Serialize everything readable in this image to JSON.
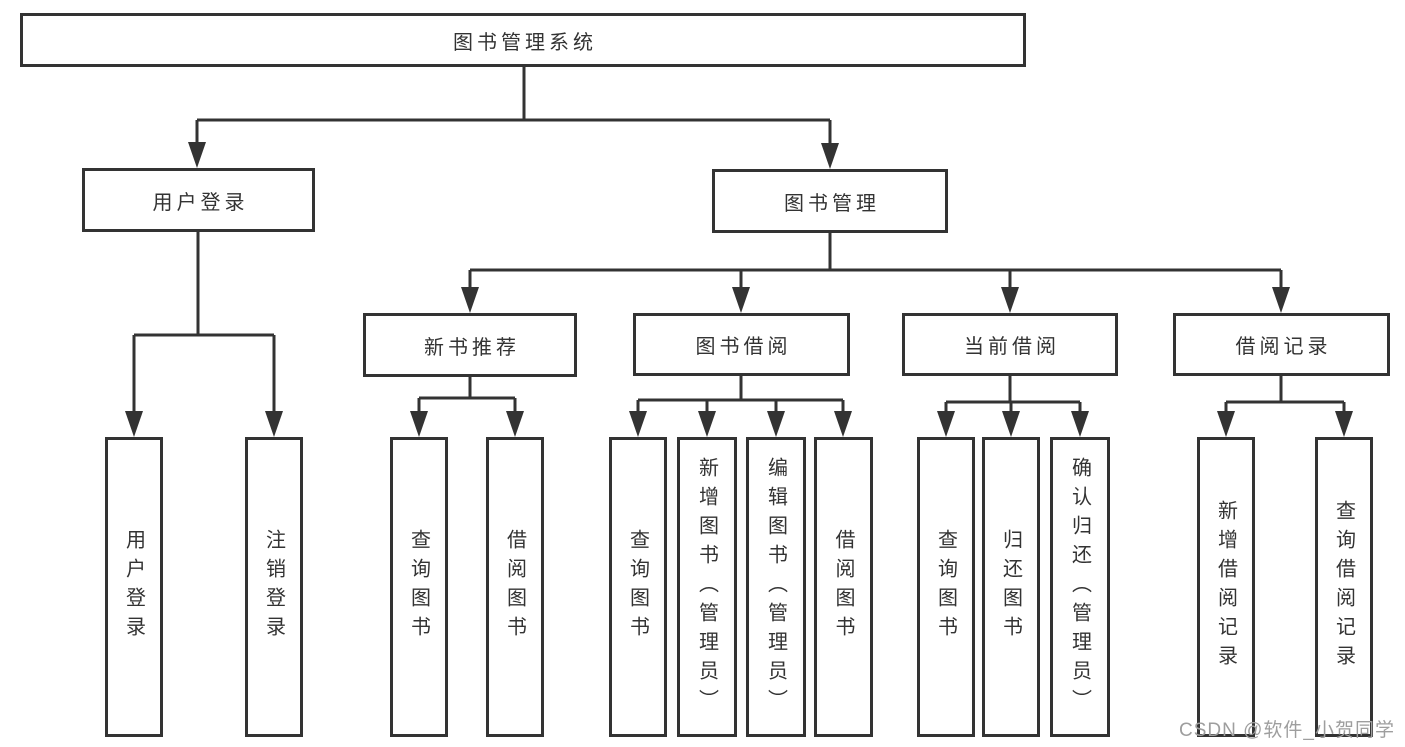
{
  "diagram": {
    "type": "hierarchy-tree",
    "tree": {
      "label": "图书管理系统",
      "children": [
        {
          "label": "用户登录",
          "children": [
            {
              "label": "用户登录"
            },
            {
              "label": "注销登录"
            }
          ]
        },
        {
          "label": "图书管理",
          "children": [
            {
              "label": "新书推荐",
              "children": [
                {
                  "label": "查询图书"
                },
                {
                  "label": "借阅图书"
                }
              ]
            },
            {
              "label": "图书借阅",
              "children": [
                {
                  "label": "查询图书"
                },
                {
                  "label": "新增图书（管理员）"
                },
                {
                  "label": "编辑图书（管理员）"
                },
                {
                  "label": "借阅图书"
                }
              ]
            },
            {
              "label": "当前借阅",
              "children": [
                {
                  "label": "查询图书"
                },
                {
                  "label": "归还图书"
                },
                {
                  "label": "确认归还（管理员）"
                }
              ]
            },
            {
              "label": "借阅记录",
              "children": [
                {
                  "label": "新增借阅记录"
                },
                {
                  "label": "查询借阅记录"
                }
              ]
            }
          ]
        }
      ]
    },
    "colors": {
      "line": "#333333",
      "box_border": "#333333",
      "text": "#333333",
      "background": "#ffffff",
      "watermark": "#9e9e9e"
    }
  },
  "watermark": "CSDN @软件_小贺同学"
}
